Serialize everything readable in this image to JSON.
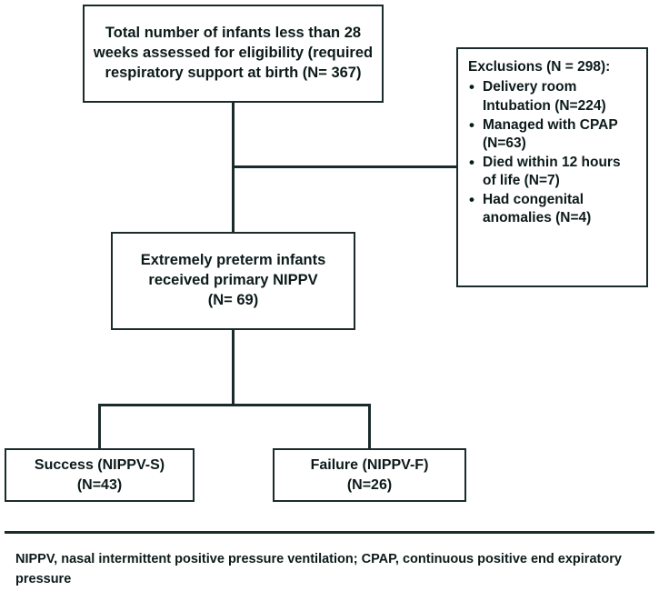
{
  "figure": {
    "type": "flowchart",
    "orientation": "top-down",
    "nodes": [
      {
        "id": "screened",
        "lines": [
          "Total number of infants less than 28",
          "weeks assessed for eligibility (required",
          "respiratory support at birth (N= 367)"
        ],
        "count": 367
      },
      {
        "id": "exclusions",
        "title": "Exclusions (N = 298):",
        "count": 298,
        "items": [
          {
            "lines": [
              "Delivery room",
              "Intubation (N=224)"
            ],
            "count": 224
          },
          {
            "lines": [
              "Managed with CPAP",
              "(N=63)"
            ],
            "count": 63
          },
          {
            "lines": [
              "Died within 12 hours",
              "of life (N=7)"
            ],
            "count": 7
          },
          {
            "lines": [
              "Had congenital",
              "anomalies  (N=4)"
            ],
            "count": 4
          }
        ]
      },
      {
        "id": "nippv",
        "lines": [
          "Extremely preterm infants",
          "received primary NIPPV",
          "(N= 69)"
        ],
        "count": 69
      },
      {
        "id": "success",
        "lines": [
          "Success (NIPPV-S)",
          "(N=43)"
        ],
        "count": 43
      },
      {
        "id": "failure",
        "lines": [
          "Failure (NIPPV-F)",
          "(N=26)"
        ],
        "count": 26
      }
    ]
  },
  "footnote": {
    "lines": [
      "NIPPV, nasal intermittent positive pressure ventilation; CPAP, continuous positive end",
      "expiratory pressure"
    ],
    "text": "NIPPV, nasal intermittent positive pressure ventilation; CPAP, continuous positive end expiratory pressure"
  },
  "colors": {
    "stroke": "#1b2b2b",
    "text": "#0d1a1a",
    "background": "#ffffff"
  }
}
